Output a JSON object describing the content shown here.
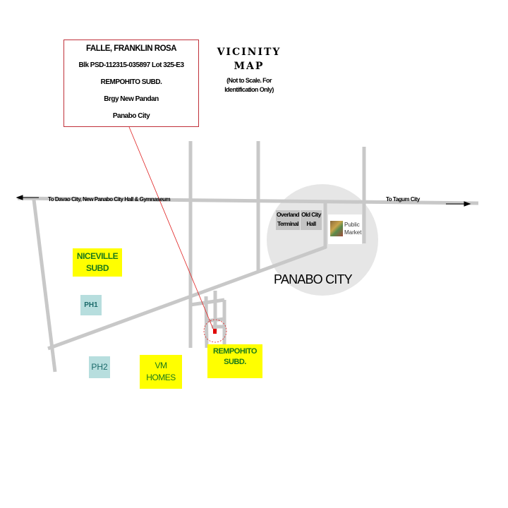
{
  "info_box": {
    "owner": "FALLE, FRANKLIN ROSA",
    "lot": "Blk PSD-112315-035897  Lot 325-E3",
    "subdivision": "REMPOHITO SUBD.",
    "barangay": "Brgy New Pandan",
    "city": "Panabo City"
  },
  "title": {
    "line1": "VICINITY",
    "line2": "MAP",
    "note1": "(Not to Scale. For",
    "note2": "Identification Only)"
  },
  "roads": {
    "west_label": "To Davao City, New Panabo City Hall & Gymnaseum",
    "east_label": "To Tagum City"
  },
  "landmarks": {
    "overland": {
      "line1": "Overland",
      "line2": "Terminal"
    },
    "old_city_hall": {
      "line1": "Old City",
      "line2": "Hall"
    },
    "public_market": {
      "line1": "Public",
      "line2": "Market"
    },
    "panabo_city": "PANABO CITY"
  },
  "areas": {
    "niceville": {
      "line1": "NICEVILLE",
      "line2": "SUBD"
    },
    "ph1": "PH1",
    "ph2": "PH2",
    "vm_homes": {
      "line1": "VM",
      "line2": "HOMES"
    },
    "rempohito": {
      "line1": "REMPOHITO",
      "line2": "SUBD."
    }
  },
  "colors": {
    "road": "#c8c8c8",
    "city_circle": "#e6e6e6",
    "highlight": "#ffff00",
    "pointer": "#e02020"
  }
}
